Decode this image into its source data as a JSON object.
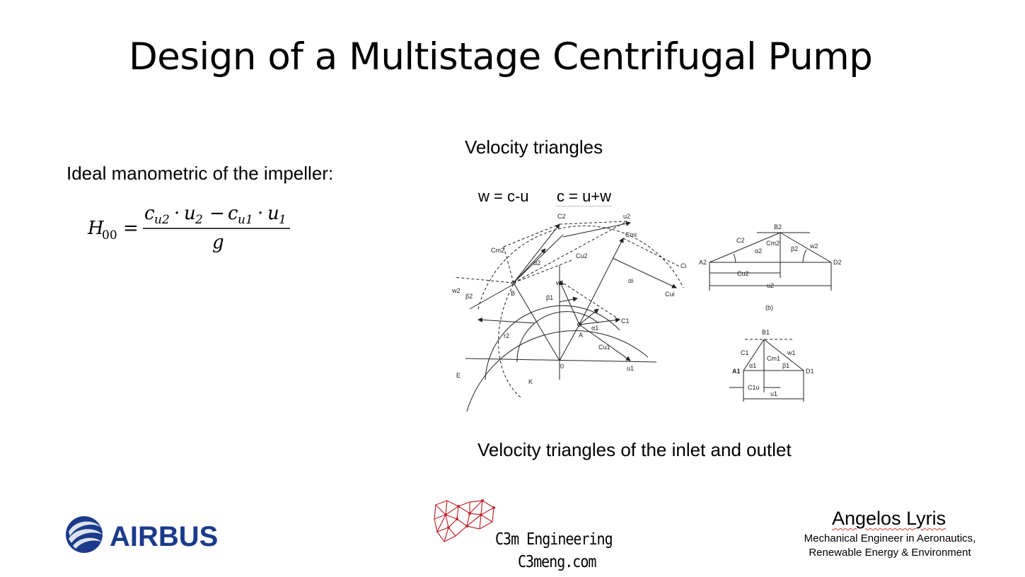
{
  "slide": {
    "title": "Design of a Multistage Centrifugal Pump",
    "ideal_label": "Ideal manometric of the impeller:",
    "velocity_heading": "Velocity triangles",
    "eq_w": "w = c-u",
    "eq_c": "c = u+w",
    "caption": "Velocity triangles of the inlet and outlet"
  },
  "formula": {
    "lhs": "H",
    "lhs_sub": "00",
    "equals": "=",
    "num_c2": "c",
    "num_c2_sub": "u2",
    "dot": "·",
    "num_u2": "u",
    "num_u2_sub": "2",
    "minus": "−",
    "num_c1": "c",
    "num_c1_sub": "u1",
    "num_u1": "u",
    "num_u1_sub": "1",
    "den": "g"
  },
  "diagram_main_labels": {
    "C2": "C2",
    "u2": "u2",
    "Cm2": "Cm2",
    "Cu2": "Cu2",
    "a2": "α2",
    "w2": "w2",
    "b2": "β2",
    "B": "B",
    "w1": "w1",
    "b1": "β1",
    "Cmi": "Cmi",
    "Ci": "Ci",
    "ai": "αi",
    "Cui": "Cui",
    "r2": "r2",
    "A": "A",
    "a1": "α1",
    "C1": "C1",
    "Cu1": "Cu1",
    "u1": "u1",
    "O": "0",
    "E": "E",
    "K": "K"
  },
  "diagram_b_labels": {
    "B2": "B2",
    "A2": "A2",
    "D2": "D2",
    "C2": "C2",
    "a2": "α2",
    "Cm2": "Cm2",
    "b2": "β2",
    "w2": "w2",
    "Cu2": "Cu2",
    "u2": "u2",
    "caption": "(b)"
  },
  "diagram_c_labels": {
    "B1": "B1",
    "A1": "A1",
    "D1": "D1",
    "C1": "C1",
    "a1": "α1",
    "Cm1": "Cm1",
    "b1": "β1",
    "w1": "w1",
    "C1u": "C1u",
    "u1": "u1"
  },
  "footer": {
    "airbus": "AIRBUS",
    "c3m_name": "C3m Engineering",
    "c3m_site": "C3meng.com",
    "author": "Angelos Lyris",
    "role_line1": "Mechanical Engineer in Aeronautics,",
    "role_line2": "Renewable Energy & Environment"
  },
  "colors": {
    "airbus_blue": "#1b3b8a",
    "c3m_red": "#c0262c"
  }
}
